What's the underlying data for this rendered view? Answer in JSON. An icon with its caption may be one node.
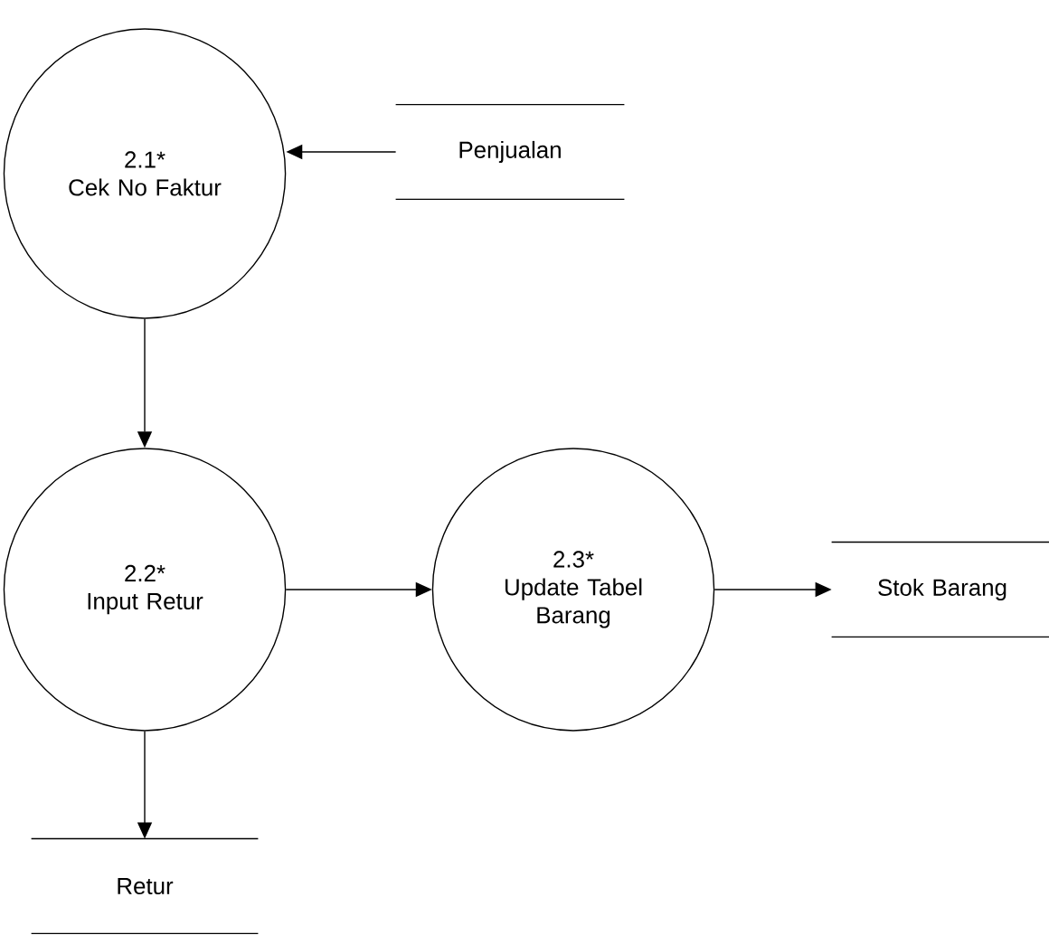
{
  "diagram": {
    "nodes": [
      {
        "text": [
          "2.1*",
          "Cek No Faktur"
        ]
      },
      {
        "text": [
          "Penjualan"
        ]
      },
      {
        "text": [
          "2.2*",
          "Input Retur"
        ]
      },
      {
        "text": [
          "2.3*",
          "Update Tabel Barang"
        ]
      },
      {
        "text": [
          "Stok Barang"
        ]
      },
      {
        "text": [
          "Retur"
        ]
      }
    ],
    "edges": [
      {
        "from": 1,
        "to": 0,
        "arrow": "to"
      },
      {
        "from": 0,
        "to": 2,
        "arrow": "to"
      },
      {
        "from": 2,
        "to": 3,
        "arrow": "to"
      },
      {
        "from": 3,
        "to": 4,
        "arrow": "to"
      },
      {
        "from": 2,
        "to": 5,
        "arrow": "to"
      }
    ]
  }
}
